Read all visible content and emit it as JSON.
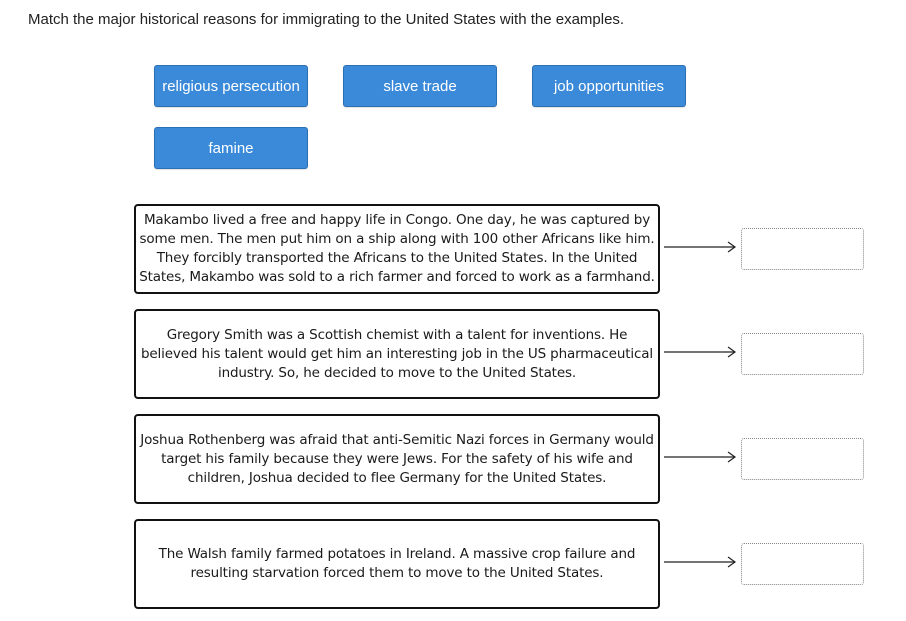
{
  "instructions": "Match the major historical reasons for immigrating to the United States with the examples.",
  "tiles": [
    {
      "label": "religious persecution"
    },
    {
      "label": "slave trade"
    },
    {
      "label": "job opportunities"
    },
    {
      "label": "famine"
    }
  ],
  "examples": [
    {
      "text": "Makambo lived a free and happy life in Congo. One day, he was captured by some men. The men put him on a ship along with 100 other Africans like him. They forcibly transported the Africans to the United States. In the United States, Makambo was sold to a rich farmer and forced to work as a farmhand."
    },
    {
      "text": "Gregory Smith was a Scottish chemist with a talent for inventions. He believed his talent would get him an interesting job in the US pharmaceutical industry. So, he decided to move to the United States."
    },
    {
      "text": "Joshua Rothenberg was afraid that anti-Semitic Nazi forces in Germany would target his family because they were Jews. For the safety of his wife and children, Joshua decided to flee Germany for the United States."
    },
    {
      "text": "The Walsh family farmed potatoes in Ireland. A massive crop failure and resulting starvation forced them to move to the United States."
    }
  ],
  "colors": {
    "tile_bg": "#3b8ad9",
    "tile_text": "#ffffff",
    "example_border": "#111111",
    "drop_border": "#888888"
  }
}
